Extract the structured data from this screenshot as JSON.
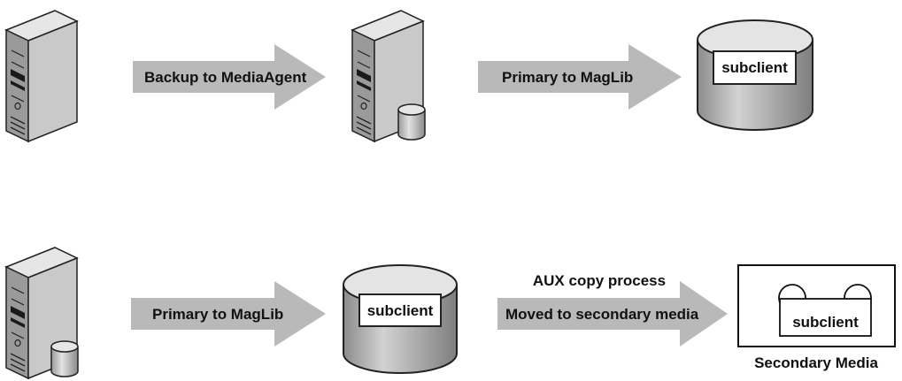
{
  "diagram": {
    "row1": {
      "arrow1_label": "Backup to MediaAgent",
      "arrow2_label": "Primary to MagLib",
      "maglib_label": "subclient"
    },
    "row2": {
      "arrow1_label": "Primary to MagLib",
      "maglib_label": "subclient",
      "aux_label": "AUX copy process",
      "arrow2_label": "Moved to secondary media",
      "tape_label": "subclient",
      "tape_caption": "Secondary Media"
    }
  },
  "colors": {
    "arrow_fill": "#b9b9b9",
    "server_front": "#c9c9c9",
    "server_side": "#9a9a9a",
    "server_top": "#e6e6e6",
    "cylinder_body": "#b5b5b5",
    "cylinder_top": "#e4e4e4",
    "outline": "#222222"
  },
  "icons": [
    "server-icon",
    "media-agent-server-icon",
    "magnetic-library-icon",
    "tape-media-icon"
  ]
}
